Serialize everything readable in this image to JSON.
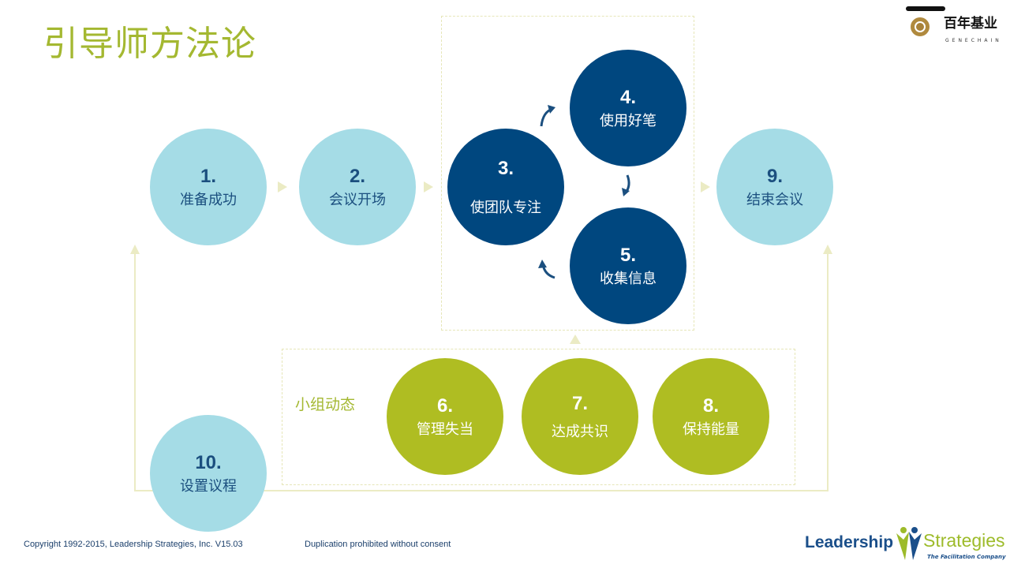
{
  "title": "引导师方法论",
  "steps": [
    {
      "num": "1.",
      "label": "准备成功"
    },
    {
      "num": "2.",
      "label": "会议开场"
    },
    {
      "num": "3.",
      "label": "使团队专注"
    },
    {
      "num": "4.",
      "label": "使用好笔"
    },
    {
      "num": "5.",
      "label": "收集信息"
    },
    {
      "num": "6.",
      "label": "管理失当"
    },
    {
      "num": "7.",
      "label": "达成共识"
    },
    {
      "num": "8.",
      "label": "保持能量"
    },
    {
      "num": "9.",
      "label": "结束会议"
    },
    {
      "num": "10.",
      "label": "设置议程"
    }
  ],
  "group_label": "小组动态",
  "footer": {
    "copyright": "Copyright 1992-2015, Leadership Strategies, Inc. V15.03",
    "notice": "Duplication prohibited without consent"
  },
  "logos": {
    "genechain": "百年基业",
    "genechain_sub": "GENECHAIN",
    "ls_a": "Leadership",
    "ls_b": "Strategies",
    "ls_c": "The Facilitation Company"
  },
  "colors": {
    "light": "#a5dce6",
    "dark": "#00477f",
    "olive": "#afbd22"
  }
}
